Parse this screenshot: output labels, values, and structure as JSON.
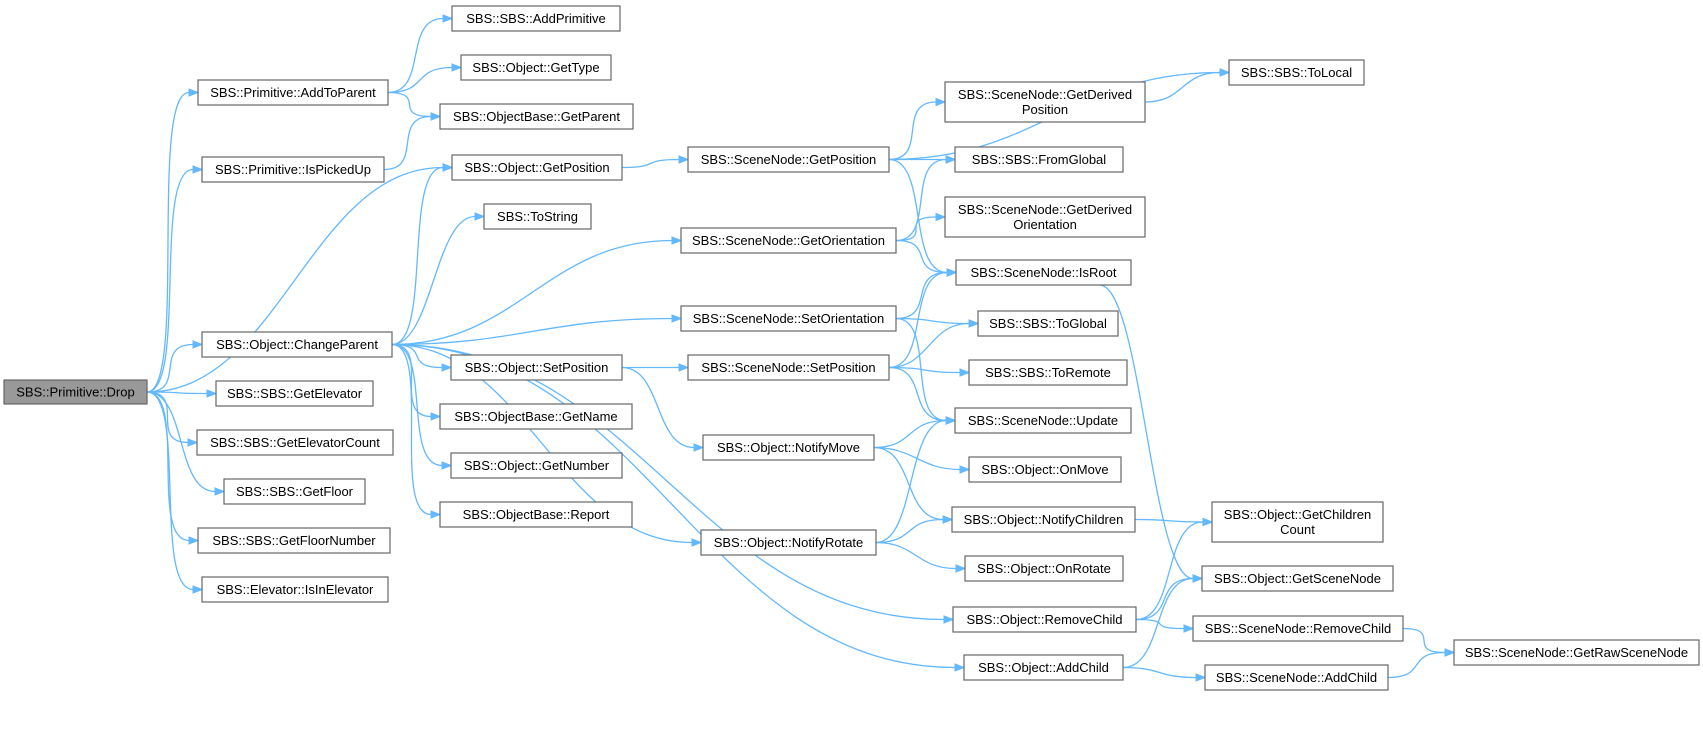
{
  "graph": {
    "root": "drop",
    "edge_color": "#63b8ff",
    "node_border_color": "#666666",
    "root_fill_color": "#999999",
    "nodes": [
      {
        "id": "drop",
        "lines": [
          "SBS::Primitive::Drop"
        ]
      },
      {
        "id": "addToParent",
        "lines": [
          "SBS::Primitive::AddToParent"
        ]
      },
      {
        "id": "isPickedUp",
        "lines": [
          "SBS::Primitive::IsPickedUp"
        ]
      },
      {
        "id": "changeParent",
        "lines": [
          "SBS::Object::ChangeParent"
        ]
      },
      {
        "id": "getElevator",
        "lines": [
          "SBS::SBS::GetElevator"
        ]
      },
      {
        "id": "getElevatorCount",
        "lines": [
          "SBS::SBS::GetElevatorCount"
        ]
      },
      {
        "id": "getFloor",
        "lines": [
          "SBS::SBS::GetFloor"
        ]
      },
      {
        "id": "getFloorNumber",
        "lines": [
          "SBS::SBS::GetFloorNumber"
        ]
      },
      {
        "id": "isInElevator",
        "lines": [
          "SBS::Elevator::IsInElevator"
        ]
      },
      {
        "id": "addPrimitive",
        "lines": [
          "SBS::SBS::AddPrimitive"
        ]
      },
      {
        "id": "getType",
        "lines": [
          "SBS::Object::GetType"
        ]
      },
      {
        "id": "getParent",
        "lines": [
          "SBS::ObjectBase::GetParent"
        ]
      },
      {
        "id": "getPosition",
        "lines": [
          "SBS::Object::GetPosition"
        ]
      },
      {
        "id": "toString",
        "lines": [
          "SBS::ToString"
        ]
      },
      {
        "id": "setPosition",
        "lines": [
          "SBS::Object::SetPosition"
        ]
      },
      {
        "id": "getName",
        "lines": [
          "SBS::ObjectBase::GetName"
        ]
      },
      {
        "id": "getNumber",
        "lines": [
          "SBS::Object::GetNumber"
        ]
      },
      {
        "id": "report",
        "lines": [
          "SBS::ObjectBase::Report"
        ]
      },
      {
        "id": "snGetPosition",
        "lines": [
          "SBS::SceneNode::GetPosition"
        ]
      },
      {
        "id": "snGetOrientation",
        "lines": [
          "SBS::SceneNode::GetOrientation"
        ]
      },
      {
        "id": "snSetOrientation",
        "lines": [
          "SBS::SceneNode::SetOrientation"
        ]
      },
      {
        "id": "snSetPosition",
        "lines": [
          "SBS::SceneNode::SetPosition"
        ]
      },
      {
        "id": "notifyMove",
        "lines": [
          "SBS::Object::NotifyMove"
        ]
      },
      {
        "id": "notifyRotate",
        "lines": [
          "SBS::Object::NotifyRotate"
        ]
      },
      {
        "id": "snGetDerivedPosition",
        "lines": [
          "SBS::SceneNode::GetDerived",
          "Position"
        ]
      },
      {
        "id": "fromGlobal",
        "lines": [
          "SBS::SBS::FromGlobal"
        ]
      },
      {
        "id": "snGetDerivedOrientation",
        "lines": [
          "SBS::SceneNode::GetDerived",
          "Orientation"
        ]
      },
      {
        "id": "snIsRoot",
        "lines": [
          "SBS::SceneNode::IsRoot"
        ]
      },
      {
        "id": "toGlobal",
        "lines": [
          "SBS::SBS::ToGlobal"
        ]
      },
      {
        "id": "toRemote",
        "lines": [
          "SBS::SBS::ToRemote"
        ]
      },
      {
        "id": "snUpdate",
        "lines": [
          "SBS::SceneNode::Update"
        ]
      },
      {
        "id": "onMove",
        "lines": [
          "SBS::Object::OnMove"
        ]
      },
      {
        "id": "notifyChildren",
        "lines": [
          "SBS::Object::NotifyChildren"
        ]
      },
      {
        "id": "onRotate",
        "lines": [
          "SBS::Object::OnRotate"
        ]
      },
      {
        "id": "removeChild",
        "lines": [
          "SBS::Object::RemoveChild"
        ]
      },
      {
        "id": "addChild",
        "lines": [
          "SBS::Object::AddChild"
        ]
      },
      {
        "id": "toLocal",
        "lines": [
          "SBS::SBS::ToLocal"
        ]
      },
      {
        "id": "getChildrenCount",
        "lines": [
          "SBS::Object::GetChildren",
          "Count"
        ]
      },
      {
        "id": "getSceneNode",
        "lines": [
          "SBS::Object::GetSceneNode"
        ]
      },
      {
        "id": "snRemoveChild",
        "lines": [
          "SBS::SceneNode::RemoveChild"
        ]
      },
      {
        "id": "snAddChild",
        "lines": [
          "SBS::SceneNode::AddChild"
        ]
      },
      {
        "id": "getRawSceneNode",
        "lines": [
          "SBS::SceneNode::GetRawSceneNode"
        ]
      }
    ],
    "edges": [
      [
        "drop",
        "addToParent"
      ],
      [
        "drop",
        "isPickedUp"
      ],
      [
        "drop",
        "getPosition"
      ],
      [
        "drop",
        "changeParent"
      ],
      [
        "drop",
        "getElevator"
      ],
      [
        "drop",
        "getElevatorCount"
      ],
      [
        "drop",
        "getFloor"
      ],
      [
        "drop",
        "getFloorNumber"
      ],
      [
        "drop",
        "isInElevator"
      ],
      [
        "addToParent",
        "addPrimitive"
      ],
      [
        "addToParent",
        "getType"
      ],
      [
        "addToParent",
        "getParent"
      ],
      [
        "isPickedUp",
        "getParent"
      ],
      [
        "changeParent",
        "getPosition"
      ],
      [
        "changeParent",
        "toString"
      ],
      [
        "changeParent",
        "snGetOrientation"
      ],
      [
        "changeParent",
        "snSetOrientation"
      ],
      [
        "changeParent",
        "setPosition"
      ],
      [
        "changeParent",
        "getName"
      ],
      [
        "changeParent",
        "getNumber"
      ],
      [
        "changeParent",
        "report"
      ],
      [
        "changeParent",
        "notifyRotate"
      ],
      [
        "changeParent",
        "removeChild"
      ],
      [
        "changeParent",
        "addChild"
      ],
      [
        "getPosition",
        "snGetPosition"
      ],
      [
        "setPosition",
        "snSetPosition"
      ],
      [
        "setPosition",
        "notifyMove"
      ],
      [
        "snGetPosition",
        "toLocal"
      ],
      [
        "snGetPosition",
        "snGetDerivedPosition"
      ],
      [
        "snGetPosition",
        "fromGlobal"
      ],
      [
        "snGetPosition",
        "snIsRoot"
      ],
      [
        "snGetOrientation",
        "fromGlobal"
      ],
      [
        "snGetOrientation",
        "snGetDerivedOrientation"
      ],
      [
        "snGetOrientation",
        "snIsRoot"
      ],
      [
        "snSetOrientation",
        "snIsRoot"
      ],
      [
        "snSetOrientation",
        "toGlobal"
      ],
      [
        "snSetOrientation",
        "snUpdate"
      ],
      [
        "snSetPosition",
        "snIsRoot"
      ],
      [
        "snSetPosition",
        "toGlobal"
      ],
      [
        "snSetPosition",
        "toRemote"
      ],
      [
        "snSetPosition",
        "snUpdate"
      ],
      [
        "notifyMove",
        "snUpdate"
      ],
      [
        "notifyMove",
        "onMove"
      ],
      [
        "notifyMove",
        "notifyChildren"
      ],
      [
        "notifyRotate",
        "snUpdate"
      ],
      [
        "notifyRotate",
        "notifyChildren"
      ],
      [
        "notifyRotate",
        "onRotate"
      ],
      [
        "snGetDerivedPosition",
        "toLocal"
      ],
      [
        "snIsRoot",
        "getSceneNode"
      ],
      [
        "notifyChildren",
        "getChildrenCount"
      ],
      [
        "removeChild",
        "getChildrenCount"
      ],
      [
        "removeChild",
        "getSceneNode"
      ],
      [
        "removeChild",
        "snRemoveChild"
      ],
      [
        "addChild",
        "getSceneNode"
      ],
      [
        "addChild",
        "snAddChild"
      ],
      [
        "snRemoveChild",
        "getRawSceneNode"
      ],
      [
        "snAddChild",
        "getRawSceneNode"
      ]
    ]
  }
}
